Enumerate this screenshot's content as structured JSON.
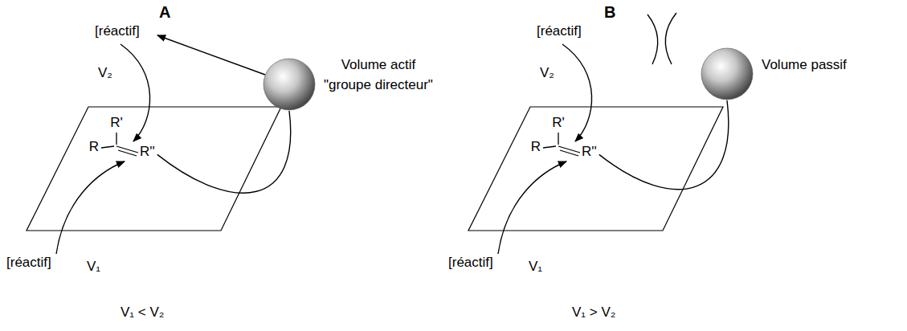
{
  "diagram": {
    "nodes": [
      {
        "text": [
          "R'",
          "R",
          "R''"
        ]
      },
      {
        "text": [
          "Volume actif",
          "\"groupe directeur\""
        ]
      },
      {
        "text": [
          "R'",
          "R",
          "R''"
        ]
      },
      {
        "text": [
          "Volume passif"
        ]
      }
    ],
    "edges": [
      {
        "from": 1,
        "to": 0,
        "arrow": "none"
      },
      {
        "from": 3,
        "to": 2,
        "arrow": "none"
      }
    ],
    "labels": [
      "A",
      "[réactif]",
      "V₂",
      "[réactif]",
      "V₁",
      "V₁ < V₂",
      "B",
      "[réactif]",
      "V₂",
      "[réactif]",
      "V₁",
      "V₁ > V₂"
    ]
  }
}
